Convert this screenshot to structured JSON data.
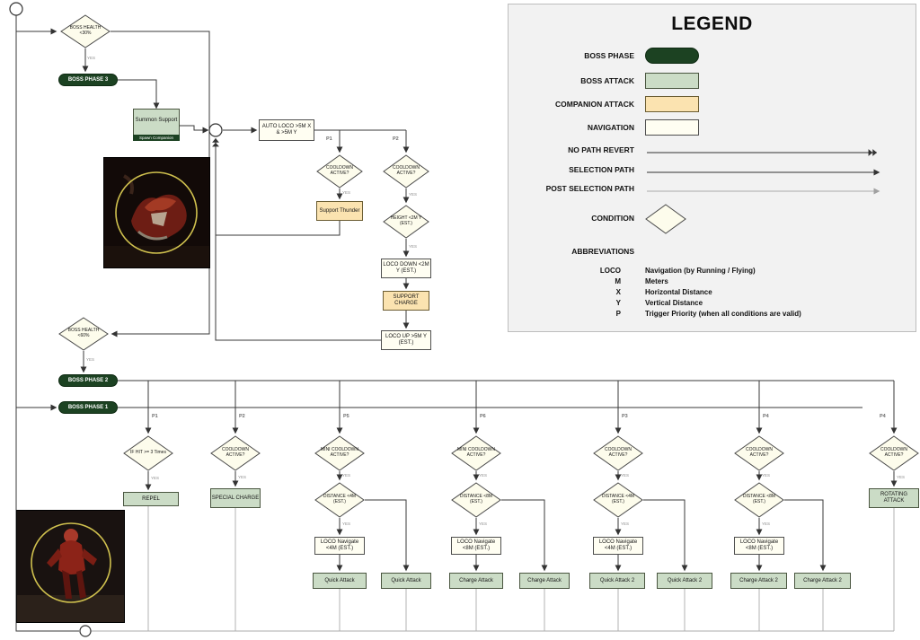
{
  "diagram": {
    "yes_label": "YES",
    "priority_labels": {
      "top_p1": "P1",
      "top_p2": "P2",
      "b1": "P1",
      "b2": "P2",
      "b3": "P5",
      "b4": "P6",
      "b5": "P3",
      "b6": "P4",
      "b7": "P4"
    },
    "nodes": {
      "cond_health_30": "BOSS HEALTH <30%",
      "boss_phase_3": "BOSS PHASE 3",
      "summon_support": "Summon Support",
      "spawn_companion": "Spawn Companion",
      "auto_loco": "AUTO LOCO >5M X & >5M Y",
      "cooldown_active": "COOLDOWN ACTIVE?",
      "support_thunder": "Support Thunder",
      "height_check": "HEIGHT <2M Y (EST.)",
      "loco_down": "LOCO DOWN <2M Y (EST.)",
      "support_charge": "SUPPORT CHARGE",
      "loco_up": "LOCO UP >5M Y (EST.)",
      "cond_health_60": "BOSS HEALTH <60%",
      "boss_phase_2": "BOSS PHASE 2",
      "boss_phase_1": "BOSS PHASE 1",
      "if_hit": "IF HIT >= 3 Times",
      "repel": "REPEL",
      "special_charge": "SPECIAL CHARGE",
      "mini_cooldown": "MINI COOLDOWN ACTIVE?",
      "dist_4m": "DISTANCE <4M (EST.)",
      "dist_8m": "DISTANCE <8M (EST.)",
      "loco_nav_4m": "LOCO Navigate <4M (EST.)",
      "loco_nav_8m": "LOCO Navigate <8M (EST.)",
      "quick_attack": "Quick Attack",
      "charge_attack": "Charge Attack",
      "quick_attack_2": "Quick Attack 2",
      "charge_attack_2": "Charge Attack 2",
      "rotating_attack": "ROTATING ATTACK"
    }
  },
  "legend": {
    "title": "LEGEND",
    "items": [
      {
        "label": "BOSS PHASE"
      },
      {
        "label": "BOSS ATTACK"
      },
      {
        "label": "COMPANION ATTACK"
      },
      {
        "label": "NAVIGATION"
      },
      {
        "label": "NO PATH REVERT"
      },
      {
        "label": "SELECTION PATH"
      },
      {
        "label": "POST SELECTION PATH"
      },
      {
        "label": "CONDITION"
      }
    ],
    "abbreviations_title": "ABBREVIATIONS",
    "abbreviations": [
      {
        "abbr": "LOCO",
        "meaning": "Navigation (by Running / Flying)"
      },
      {
        "abbr": "M",
        "meaning": "Meters"
      },
      {
        "abbr": "X",
        "meaning": "Horizontal Distance"
      },
      {
        "abbr": "Y",
        "meaning": "Vertical Distance"
      },
      {
        "abbr": "P",
        "meaning": "Trigger Priority (when all conditions are valid)"
      }
    ]
  },
  "colors": {
    "boss_phase": "#1c4222",
    "boss_attack": "#cbdcc6",
    "companion_attack": "#fbe3b0",
    "navigation": "#fffef2",
    "condition": "#fdfcec"
  }
}
